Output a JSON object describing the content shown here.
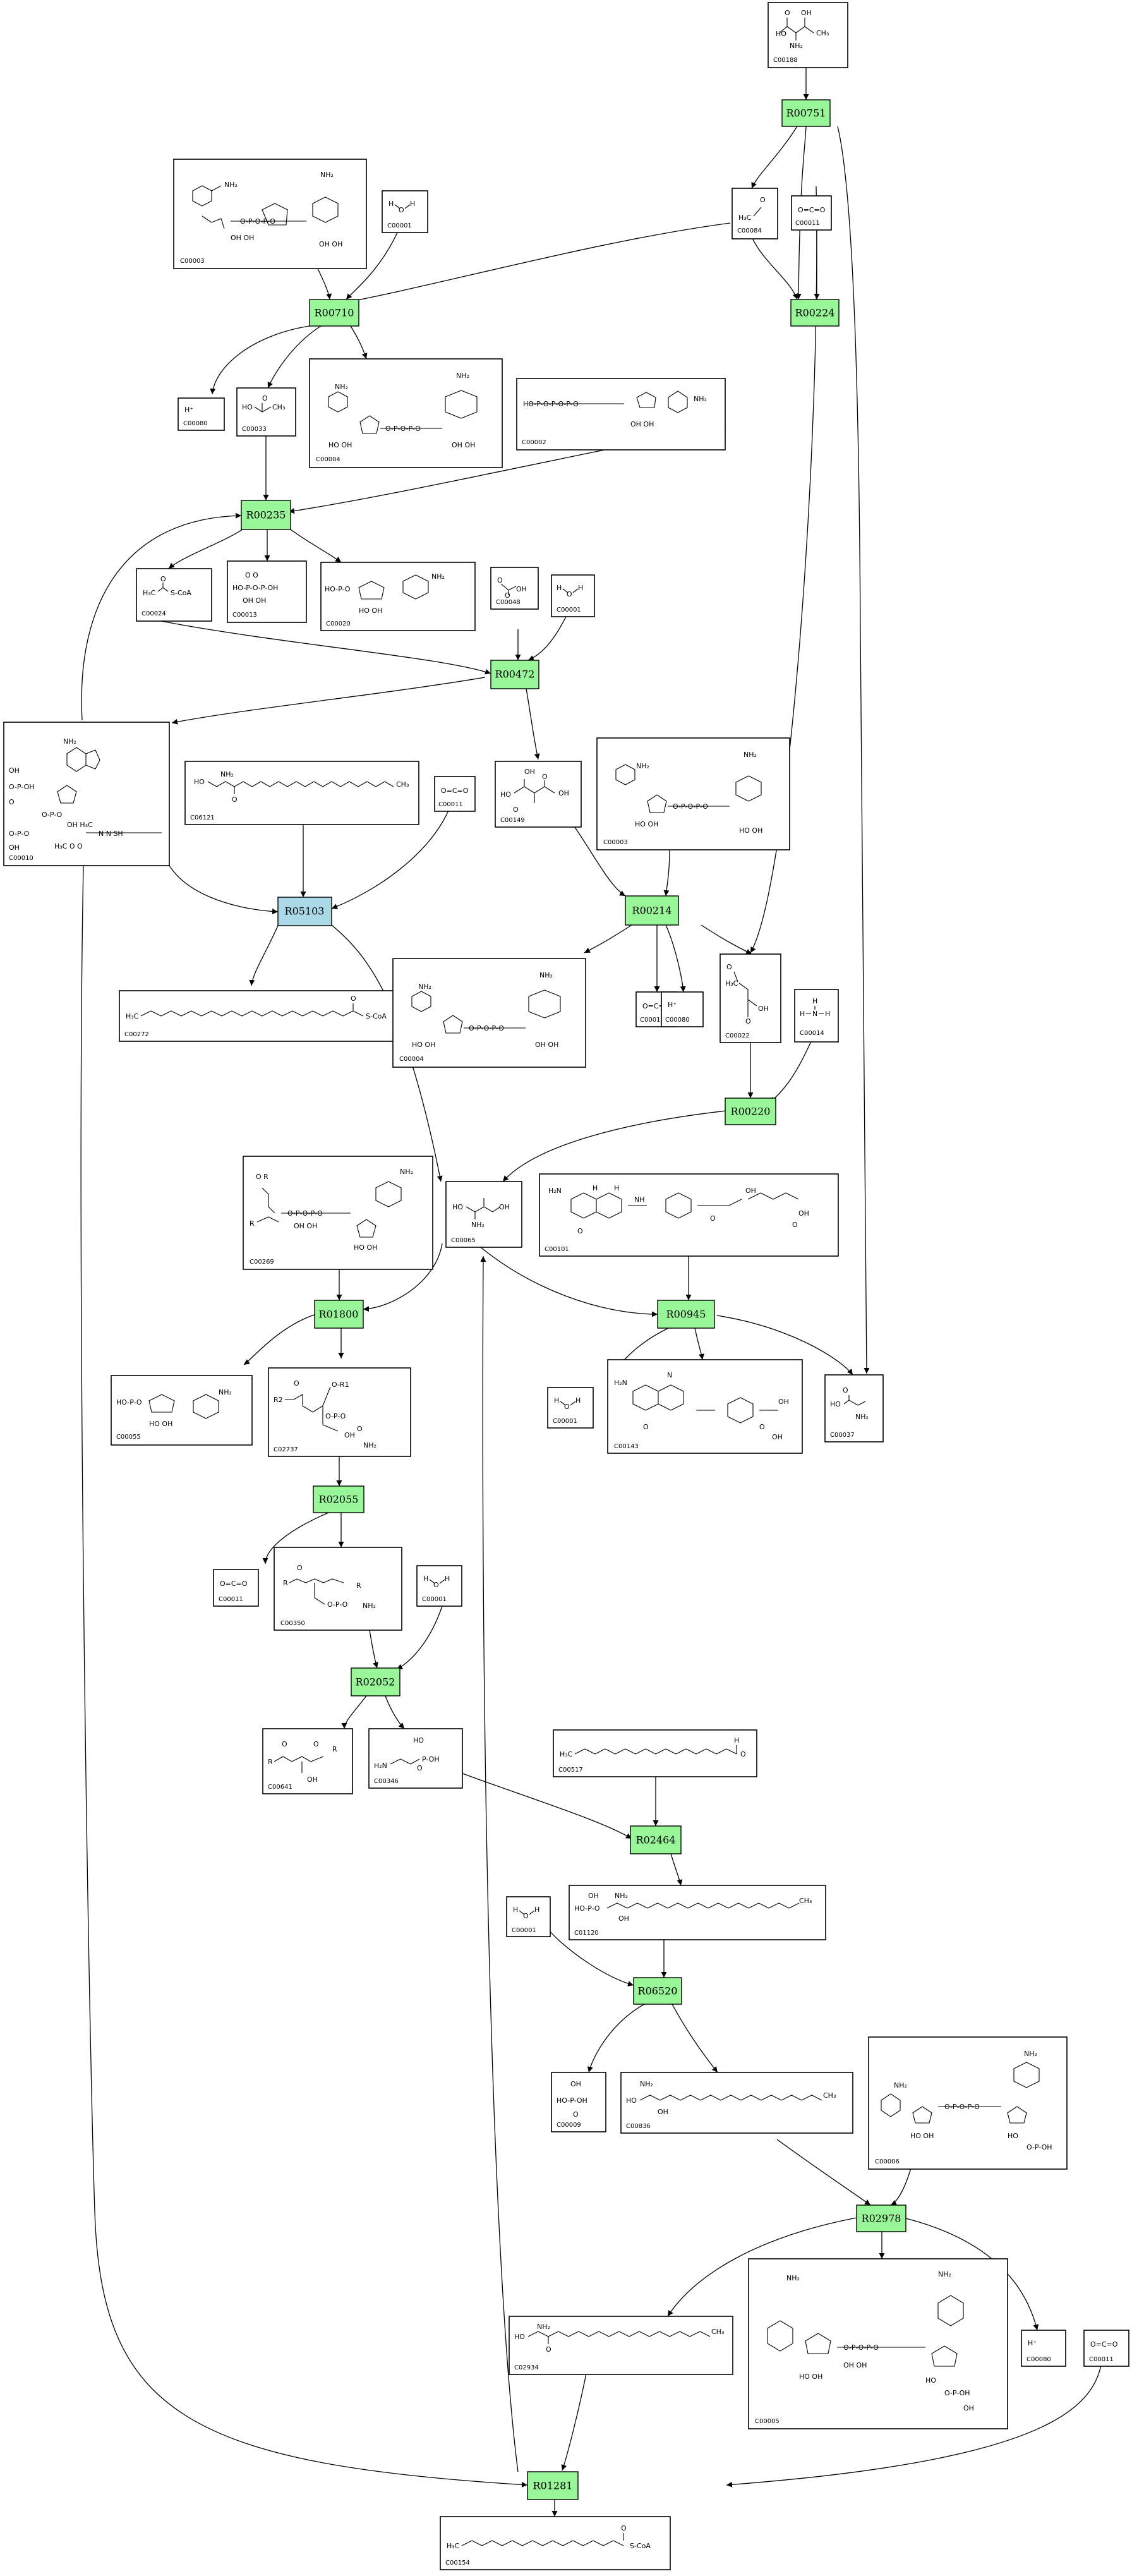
{
  "colors": {
    "reaction": "#98f598",
    "reaction_selected": "#aad8e6",
    "compound_box": "#ffffff",
    "stroke": "#000000"
  },
  "reactions": [
    {
      "id": "R00751"
    },
    {
      "id": "R00710"
    },
    {
      "id": "R00224"
    },
    {
      "id": "R00235"
    },
    {
      "id": "R00472"
    },
    {
      "id": "R05103",
      "selected": true
    },
    {
      "id": "R00214"
    },
    {
      "id": "R00220"
    },
    {
      "id": "R01800"
    },
    {
      "id": "R00945"
    },
    {
      "id": "R02055"
    },
    {
      "id": "R02052"
    },
    {
      "id": "R02464"
    },
    {
      "id": "R06520"
    },
    {
      "id": "R02978"
    },
    {
      "id": "R01281"
    }
  ],
  "compounds": [
    {
      "id": "C00188",
      "formula": "HO-C(=O)-CH(NH2)-CH(OH)-CH3"
    },
    {
      "id": "C00003",
      "formula": "NAD+"
    },
    {
      "id": "C00001",
      "formula": "H2O"
    },
    {
      "id": "C00084",
      "formula": "H3C-CHO"
    },
    {
      "id": "C00011",
      "formula": "O=C=O"
    },
    {
      "id": "C00080",
      "formula": "H+"
    },
    {
      "id": "C00033",
      "formula": "HO-C(=O)-CH3"
    },
    {
      "id": "C00004",
      "formula": "NADH"
    },
    {
      "id": "C00002",
      "formula": "ATP"
    },
    {
      "id": "C00024",
      "formula": "H3C-C(=O)-S-CoA"
    },
    {
      "id": "C00013",
      "formula": "HO-P-O-P-OH"
    },
    {
      "id": "C00020",
      "formula": "AMP"
    },
    {
      "id": "C00048",
      "formula": "OHC-COOH"
    },
    {
      "id": "C00010",
      "formula": "CoA"
    },
    {
      "id": "C06121",
      "formula": "HO-CH2-CH(NH2)-C(=O)-C15H31"
    },
    {
      "id": "C00149",
      "formula": "HO-C(=O)-CH(OH)-CH2-C(=O)-OH"
    },
    {
      "id": "C00003",
      "formula": "NAD+"
    },
    {
      "id": "C00272",
      "formula": "H3C-(CH2)n-C(=O)-S-CoA"
    },
    {
      "id": "C00004",
      "formula": "NADH"
    },
    {
      "id": "C00011",
      "formula": "O=C=O"
    },
    {
      "id": "C00080",
      "formula": "H+"
    },
    {
      "id": "C00022",
      "formula": "H3C-C(=O)-COOH"
    },
    {
      "id": "C00014",
      "formula": "NH3"
    },
    {
      "id": "C00269",
      "formula": "CDP-diacylglycerol"
    },
    {
      "id": "C00065",
      "formula": "HO-CH2-CH(NH2)-COOH"
    },
    {
      "id": "C00101",
      "formula": "Tetrahydrofolate"
    },
    {
      "id": "C00055",
      "formula": "CMP"
    },
    {
      "id": "C02737",
      "formula": "Phosphatidylserine"
    },
    {
      "id": "C00001",
      "formula": "H2O"
    },
    {
      "id": "C00143",
      "formula": "5,10-Methylene-THF"
    },
    {
      "id": "C00037",
      "formula": "HO-C(=O)-CH2-NH2"
    },
    {
      "id": "C00011",
      "formula": "O=C=O"
    },
    {
      "id": "C00350",
      "formula": "Phosphatidylethanolamine"
    },
    {
      "id": "C00001",
      "formula": "H2O"
    },
    {
      "id": "C00641",
      "formula": "1,2-Diacylglycerol"
    },
    {
      "id": "C00346",
      "formula": "H2N-CH2-CH2-O-PO3H2"
    },
    {
      "id": "C00517",
      "formula": "H3C-(CH2)n-CHO"
    },
    {
      "id": "C01120",
      "formula": "Sphinganine 1-phosphate"
    },
    {
      "id": "C00001",
      "formula": "H2O"
    },
    {
      "id": "C00009",
      "formula": "H3PO4"
    },
    {
      "id": "C00836",
      "formula": "Sphinganine"
    },
    {
      "id": "C00006",
      "formula": "NADP+"
    },
    {
      "id": "C02934",
      "formula": "3-Dehydrosphinganine"
    },
    {
      "id": "C00005",
      "formula": "NADPH"
    },
    {
      "id": "C00080",
      "formula": "H+"
    },
    {
      "id": "C00011",
      "formula": "O=C=O"
    },
    {
      "id": "C00154",
      "formula": "H3C-(CH2)n-C(=O)-S-CoA"
    }
  ]
}
